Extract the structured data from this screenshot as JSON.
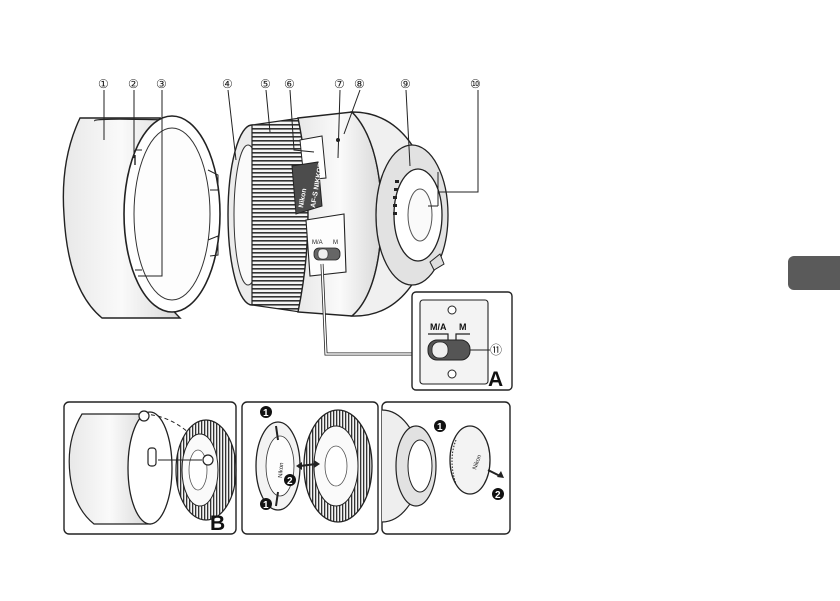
{
  "callouts": {
    "c1": "①",
    "c2": "②",
    "c3": "③",
    "c4": "④",
    "c5": "⑤",
    "c6": "⑥",
    "c7": "⑦",
    "c8": "⑧",
    "c9": "⑨",
    "c10": "⑩",
    "c11": "⑪"
  },
  "panel_labels": {
    "a": "A",
    "b": "B"
  },
  "switch_labels": {
    "ma": "M/A",
    "m": "M"
  },
  "lens_text": {
    "brand": "Nikon",
    "model": "AF-S NIKKOR",
    "cap_brand": "Nikon"
  },
  "steps": {
    "one": "1",
    "two": "2"
  },
  "colors": {
    "tab": "#5a5a5a",
    "line": "#222222",
    "fill_light": "#f3f3f3",
    "fill_dark": "#555555"
  }
}
